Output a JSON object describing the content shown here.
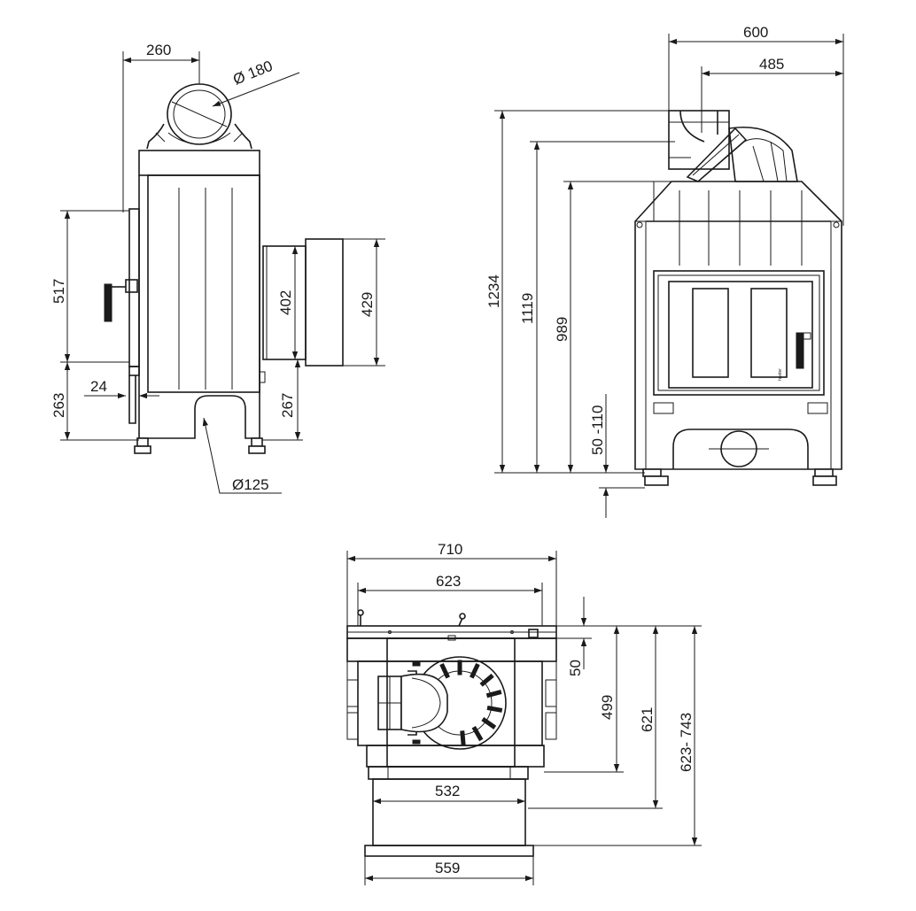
{
  "side_view": {
    "width_top": "260",
    "flue_diameter": "Ø 180",
    "height_left": "517",
    "duct_height_inner": "402",
    "duct_height_outer": "429",
    "foot_offset": "24",
    "base_height_left": "263",
    "base_height_right": "267",
    "inlet_diameter": "Ø125"
  },
  "front_view": {
    "width_total": "600",
    "width_flue_offset": "485",
    "height_total": "1234",
    "height_mid": "1119",
    "height_body": "989",
    "feet_range": "50 -110",
    "brand_mark": "hoxter"
  },
  "top_view": {
    "width_total": "710",
    "width_inner": "623",
    "depth_top": "50",
    "depth_body": "499",
    "depth_with_base": "621",
    "depth_range": "623- 743",
    "base_width": "532",
    "plinth_width": "559"
  }
}
